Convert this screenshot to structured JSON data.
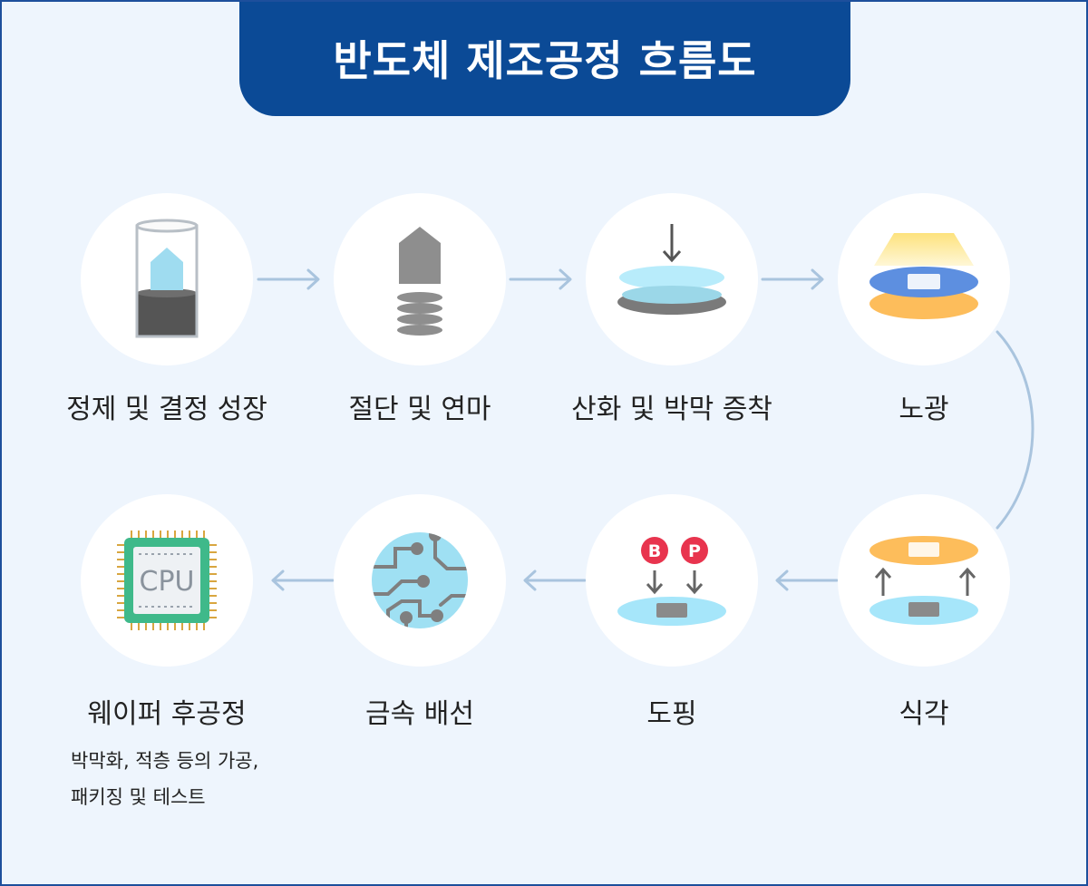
{
  "title": "반도체 제조공정 흐름도",
  "steps": [
    {
      "label": "정제 및 결정 성장"
    },
    {
      "label": "절단 및 연마"
    },
    {
      "label": "산화 및 박막 증착"
    },
    {
      "label": "노광"
    },
    {
      "label": "식각"
    },
    {
      "label": "도핑",
      "ions": [
        "B",
        "P"
      ]
    },
    {
      "label": "금속 배선"
    },
    {
      "label": "웨이퍼 후공정",
      "chip_text": "CPU",
      "desc_line1": "박막화, 적층 등의 가공,",
      "desc_line2": "패키징 및 테스트"
    }
  ],
  "colors": {
    "title_bg": "#0b4a96",
    "background": "#eef5fd",
    "border": "#1d4f9c",
    "connector": "#a9c4de",
    "ion_badge": "#e8344e"
  }
}
